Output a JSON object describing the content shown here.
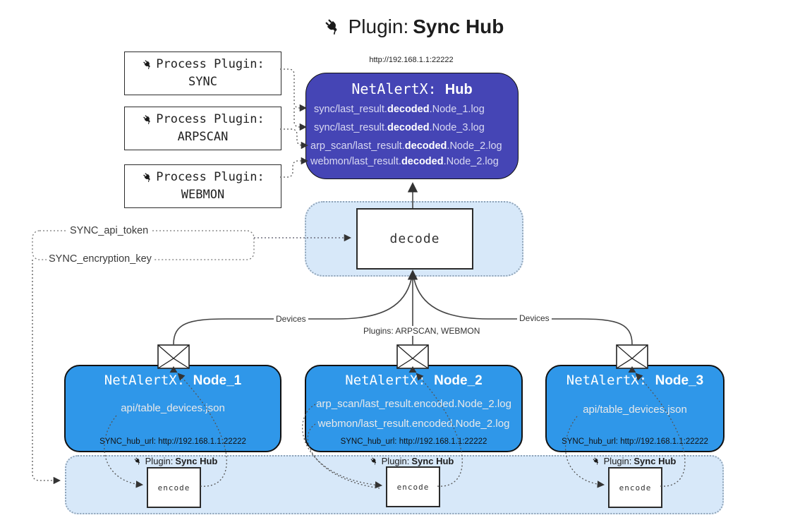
{
  "title": {
    "label": "Plugin:",
    "name": "Sync Hub"
  },
  "process_plugins": {
    "label": "Process Plugin:",
    "items": [
      {
        "name": "SYNC"
      },
      {
        "name": "ARPSCAN"
      },
      {
        "name": "WEBMON"
      }
    ]
  },
  "hub": {
    "url": "http://192.168.1.1:22222",
    "title_label": "NetAlertX:",
    "title_name": "Hub",
    "files": [
      {
        "pre": "sync/last_result.",
        "bold": "decoded",
        "post": ".Node_1.log"
      },
      {
        "pre": "sync/last_result.",
        "bold": "decoded",
        "post": ".Node_3.log"
      },
      {
        "pre": "arp_scan/last_result.",
        "bold": "decoded",
        "post": ".Node_2.log"
      },
      {
        "pre": "webmon/last_result.",
        "bold": "decoded",
        "post": ".Node_2.log"
      }
    ]
  },
  "secrets": {
    "api_token": "SYNC_api_token",
    "encryption_key": "SYNC_encryption_key"
  },
  "decode": {
    "label": "decode"
  },
  "edge_labels": {
    "devices_left": "Devices",
    "plugins_mid": "Plugins: ARPSCAN, WEBMON",
    "devices_right": "Devices"
  },
  "nodes": [
    {
      "title_label": "NetAlertX:",
      "title_name": "Node_1",
      "files": [
        "api/table_devices.json"
      ],
      "hub_url": "SYNC_hub_url: http://192.168.1.1:22222"
    },
    {
      "title_label": "NetAlertX:",
      "title_name": "Node_2",
      "files": [
        "arp_scan/last_result.encoded.Node_2.log",
        "webmon/last_result.encoded.Node_2.log"
      ],
      "hub_url": "SYNC_hub_url: http://192.168.1.1:22222"
    },
    {
      "title_label": "NetAlertX:",
      "title_name": "Node_3",
      "files": [
        "api/table_devices.json"
      ],
      "hub_url": "SYNC_hub_url: http://192.168.1.1:22222"
    }
  ],
  "encoders": {
    "label": "Plugin:",
    "name": "Sync Hub",
    "box_label": "encode"
  },
  "colors": {
    "hub_fill": "#4545b5",
    "node_fill": "#2f97e9",
    "panel_fill": "#d7e8f9",
    "panel_border": "#90a4b8",
    "line": "#444444"
  }
}
